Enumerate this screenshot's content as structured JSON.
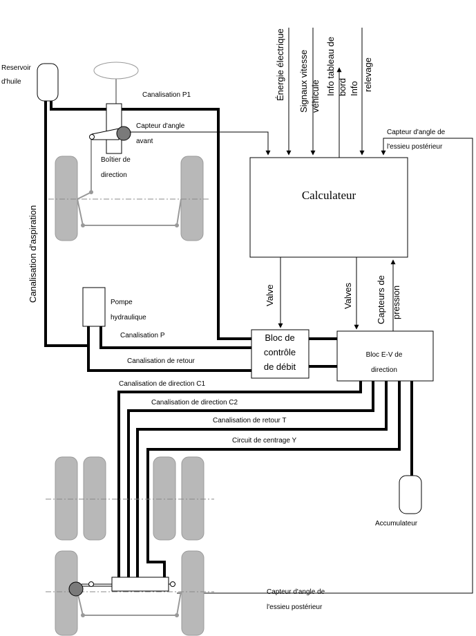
{
  "labels": {
    "reservoir_line1": "Reservoir",
    "reservoir_line2": "d'huile",
    "canal_p1": "Canalisation P1",
    "capteur_avant_line1": "Capteur d'angle",
    "capteur_avant_line2": "avant",
    "boitier_line1": "Boîtier de",
    "boitier_line2": "direction",
    "canal_aspiration": "Canalisation d'aspiration",
    "energie": "Énergie électrique",
    "signaux_line1": "Signaux vitesse",
    "signaux_line2": "véhicule",
    "info_tableau_line1": "Info tableau de",
    "info_tableau_line2": "bord",
    "info_relevage_line1": "Info",
    "info_relevage_line2": "relevage",
    "capteur_post_top_line1": "Capteur d'angle de",
    "capteur_post_top_line2": "l'essieu postérieur",
    "calculateur": "Calculateur",
    "valve": "Valve",
    "valves": "Valves",
    "capteurs_pression_line1": "Capteurs de",
    "capteurs_pression_line2": "pression",
    "pompe_line1": "Pompe",
    "pompe_line2": "hydraulique",
    "canal_p": "Canalisation P",
    "canal_retour": "Canalisation de retour",
    "bloc_debit_line1": "Bloc de",
    "bloc_debit_line2": "contrôle",
    "bloc_debit_line3": "de débit",
    "bloc_ev_line1": "Bloc E-V de",
    "bloc_ev_line2": "direction",
    "canal_c1": "Canalisation de direction C1",
    "canal_c2": "Canalisation de direction C2",
    "canal_retour_t": "Canalisation de retour T",
    "circuit_y": "Circuit de centrage Y",
    "accumulateur": "Accumulateur",
    "capteur_post_bottom_line1": "Capteur d'angle de",
    "capteur_post_bottom_line2": "l'essieu postérieur"
  }
}
